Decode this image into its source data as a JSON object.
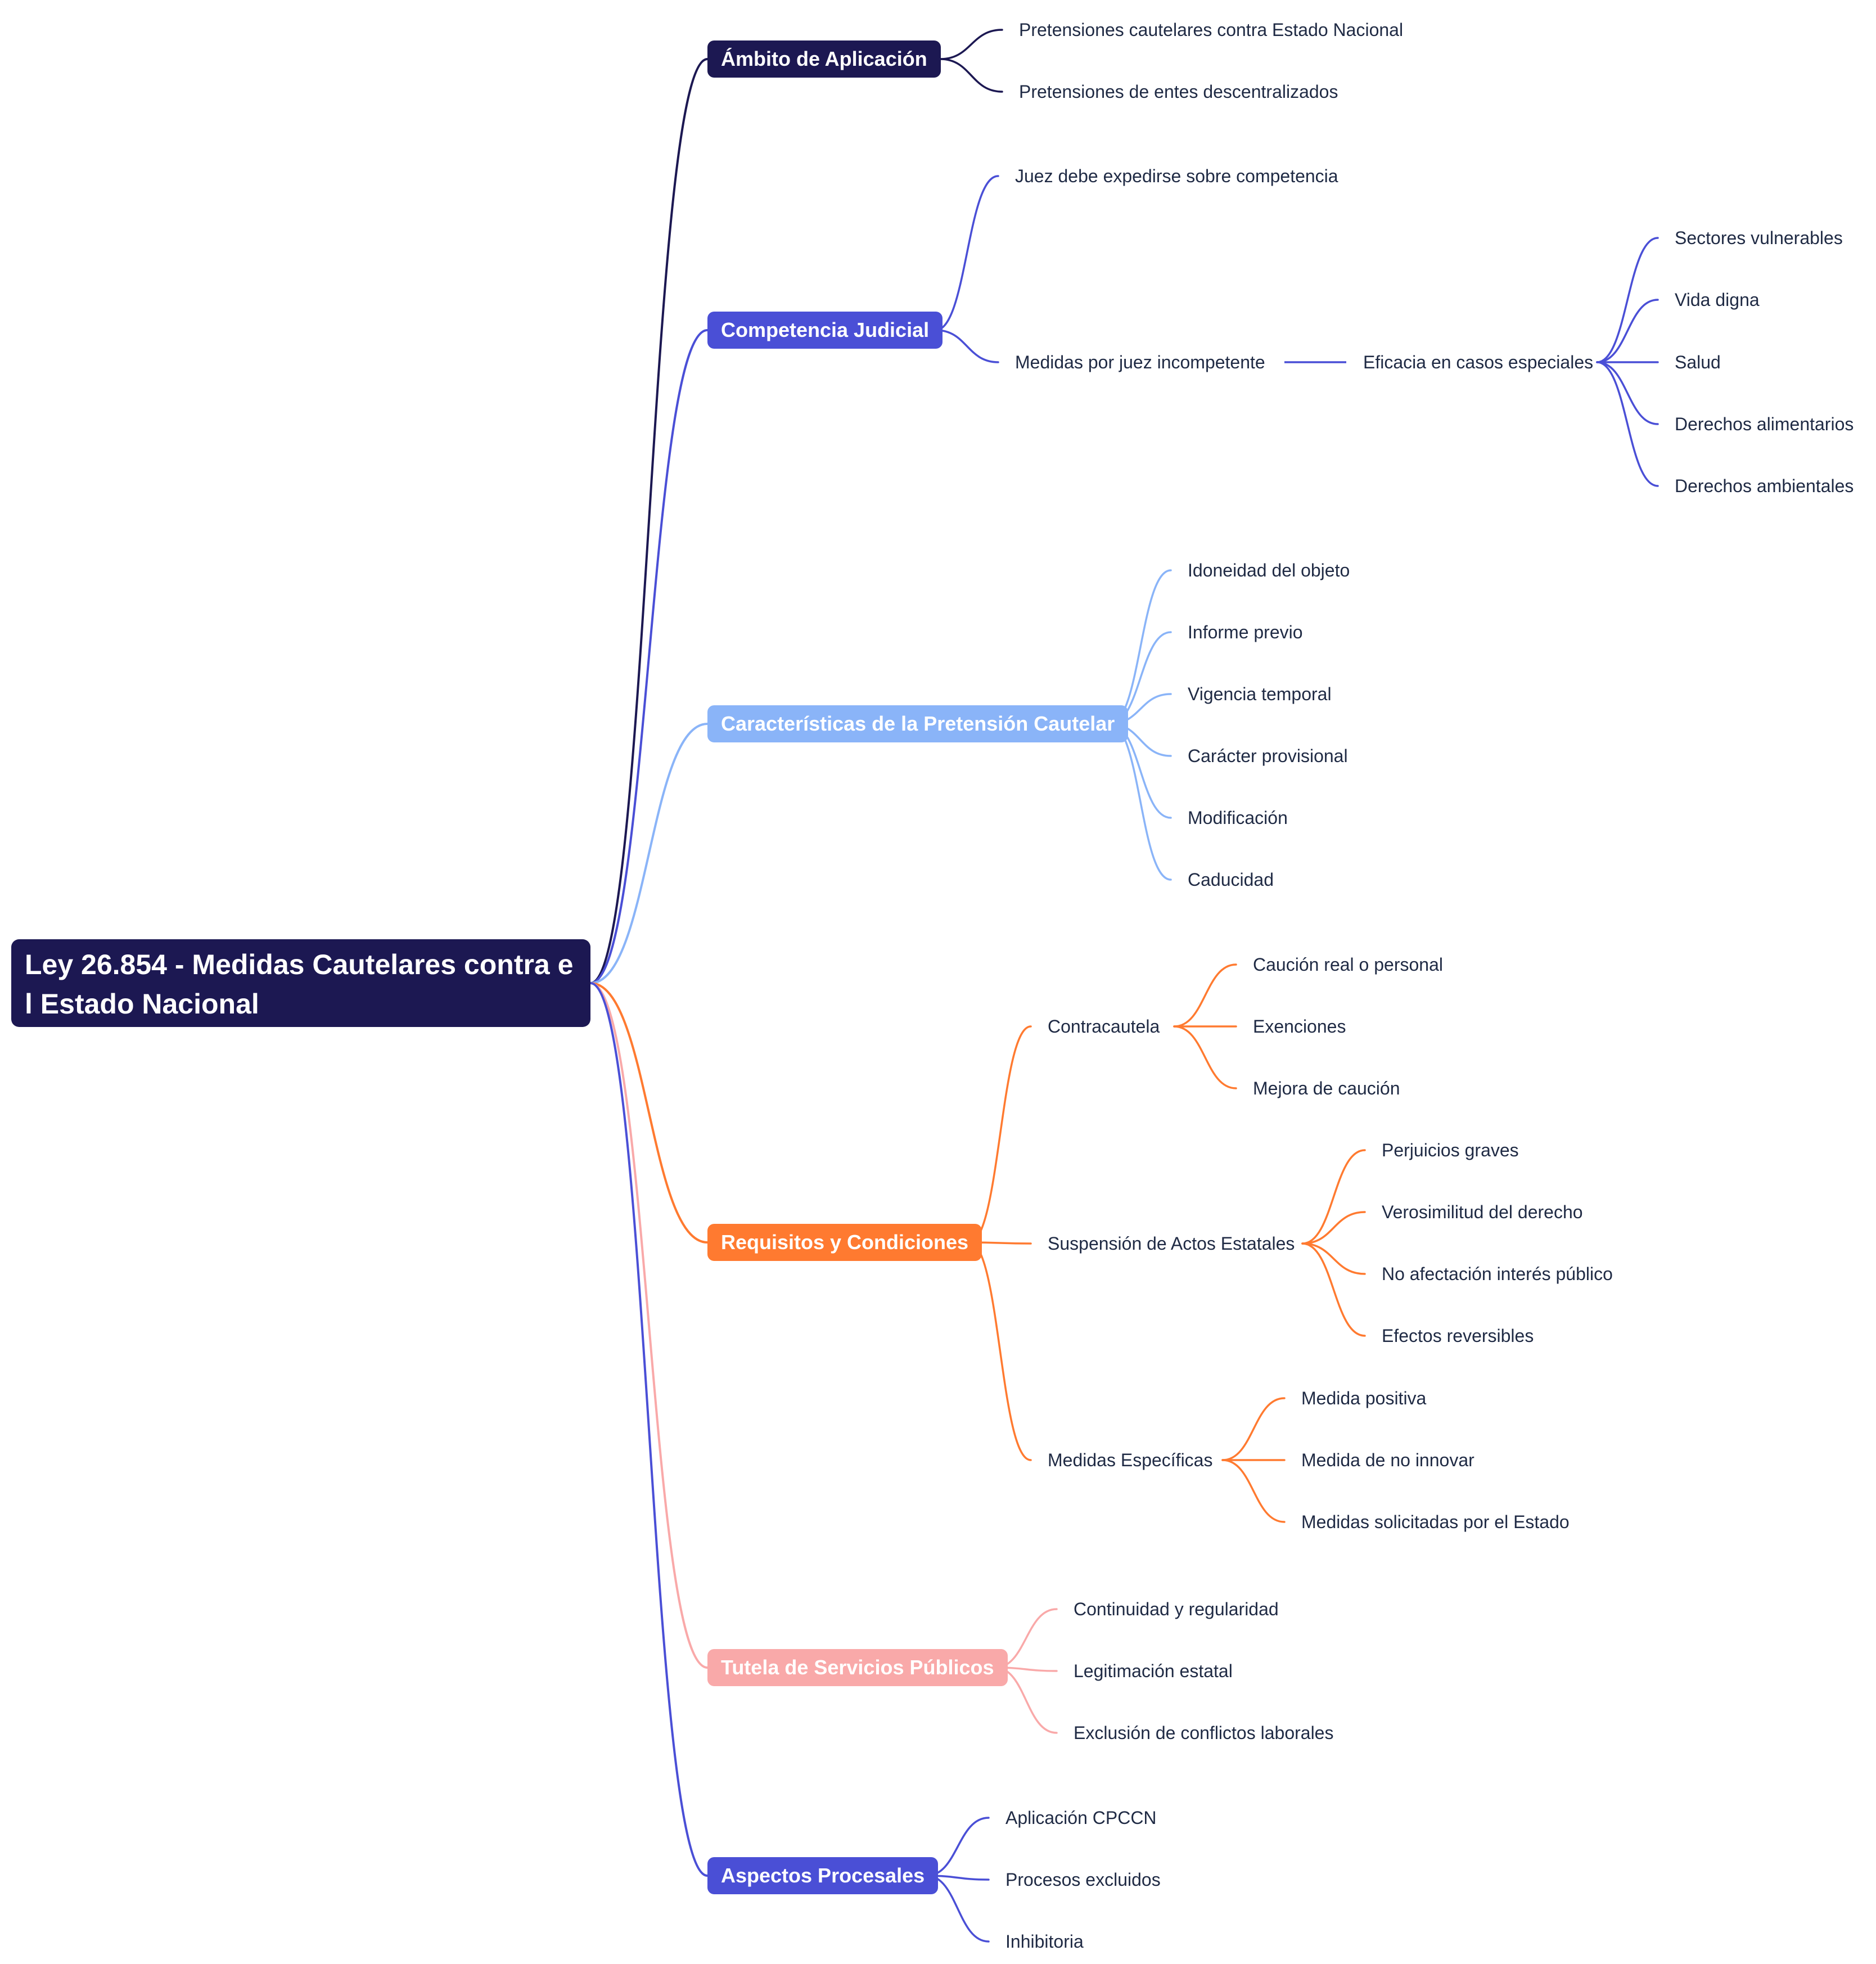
{
  "root": {
    "label": "Ley 26.854 - Medidas Cautelares contra el Estado Nacional",
    "color": "#1c1852"
  },
  "branches": [
    {
      "label": "Ámbito de Aplicación",
      "color": "#1c1852",
      "icon": "none",
      "children": [
        {
          "label": "Pretensiones cautelares contra Estado Nacional"
        },
        {
          "label": "Pretensiones de entes descentralizados"
        }
      ]
    },
    {
      "label": "Competencia Judicial",
      "color": "#4a4fd6",
      "children": [
        {
          "label": "Juez debe expedirse sobre competencia"
        },
        {
          "label": "Medidas por juez incompetente",
          "children": [
            {
              "label": "Eficacia en casos especiales",
              "children": [
                {
                  "label": "Sectores vulnerables"
                },
                {
                  "label": "Vida digna"
                },
                {
                  "label": "Salud"
                },
                {
                  "label": "Derechos alimentarios"
                },
                {
                  "label": "Derechos ambientales"
                }
              ]
            }
          ]
        }
      ]
    },
    {
      "label": "Características de la Pretensión Cautelar",
      "color": "#8ab4f8",
      "children": [
        {
          "label": "Idoneidad del objeto"
        },
        {
          "label": "Informe previo"
        },
        {
          "label": "Vigencia temporal"
        },
        {
          "label": "Carácter provisional"
        },
        {
          "label": "Modificación"
        },
        {
          "label": "Caducidad"
        }
      ]
    },
    {
      "label": "Requisitos y Condiciones",
      "color": "#ff7a30",
      "children": [
        {
          "label": "Contracautela",
          "children": [
            {
              "label": "Caución real o personal"
            },
            {
              "label": "Exenciones"
            },
            {
              "label": "Mejora de caución"
            }
          ]
        },
        {
          "label": "Suspensión de Actos Estatales",
          "children": [
            {
              "label": "Perjuicios graves"
            },
            {
              "label": "Verosimilitud del derecho"
            },
            {
              "label": "No afectación interés público"
            },
            {
              "label": "Efectos reversibles"
            }
          ]
        },
        {
          "label": "Medidas Específicas",
          "children": [
            {
              "label": "Medida positiva"
            },
            {
              "label": "Medida de no innovar"
            },
            {
              "label": "Medidas solicitadas por el Estado"
            }
          ]
        }
      ]
    },
    {
      "label": "Tutela de Servicios Públicos",
      "color": "#f9a9a9",
      "children": [
        {
          "label": "Continuidad y regularidad"
        },
        {
          "label": "Legitimación estatal"
        },
        {
          "label": "Exclusión de conflictos laborales"
        }
      ]
    },
    {
      "label": "Aspectos Procesales",
      "color": "#4a4fd6",
      "children": [
        {
          "label": "Aplicación CPCCN"
        },
        {
          "label": "Procesos excluidos"
        },
        {
          "label": "Inhibitoria"
        }
      ]
    }
  ]
}
